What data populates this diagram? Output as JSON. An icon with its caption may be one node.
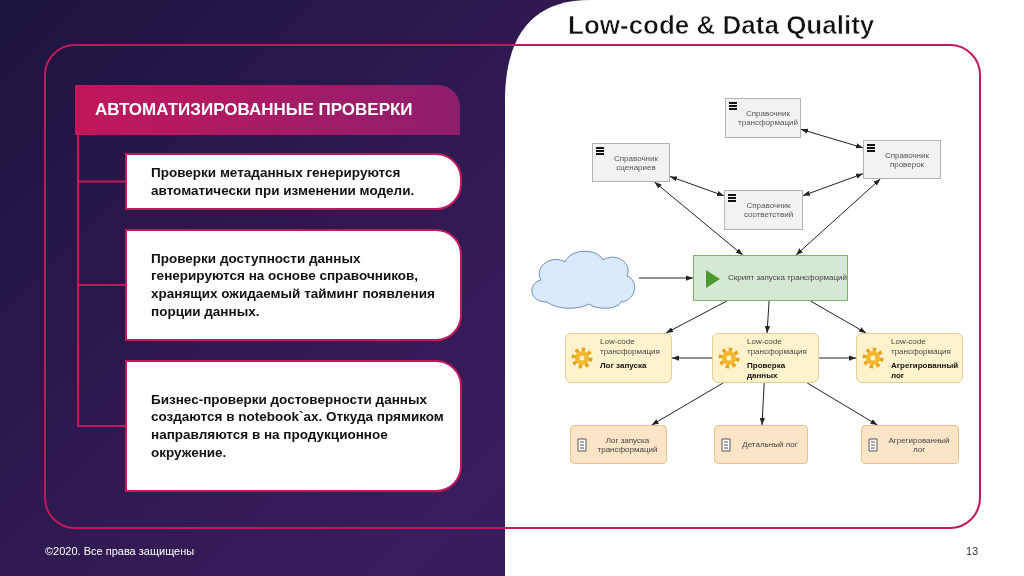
{
  "diagram": {
    "title": "Low-code & Data Quality",
    "nodes": [
      {
        "text": [
          "АВТОМАТИЗИРОВАННЫЕ ПРОВЕРКИ"
        ]
      },
      {
        "text": [
          "Проверки метаданных генерируются автоматически при изменении модели."
        ]
      },
      {
        "text": [
          "Проверки доступности данных генерируются на основе справочников, хранящих ожидаемый тайминг появления порции данных."
        ]
      },
      {
        "text": [
          "Бизнес-проверки достоверности данных создаются в notebook`ax. Откуда прямиком направляются в на продукционное окружение."
        ]
      },
      {
        "text": [
          "Справочник трансформаций"
        ]
      },
      {
        "text": [
          "Справочник сценариев"
        ]
      },
      {
        "text": [
          "Справочник проверок"
        ]
      },
      {
        "text": [
          "Справочник соответствий"
        ]
      },
      {
        "text": [],
        "shape": "cloud"
      },
      {
        "text": [
          "Скрипт запуска трансформаций"
        ]
      },
      {
        "text": [
          "Low-code трансформация",
          "Лог запуска"
        ]
      },
      {
        "text": [
          "Low-code трансформация",
          "Проверка данных"
        ]
      },
      {
        "text": [
          "Low-code трансформация",
          "Агрегированный лог"
        ]
      },
      {
        "text": [
          "Лог запуска трансформаций"
        ]
      },
      {
        "text": [
          "Детальный лог"
        ]
      },
      {
        "text": [
          "Агрегированный лог"
        ]
      }
    ],
    "edges": [
      {
        "from": 0,
        "to": 1,
        "arrow": "none",
        "color": "#c2185b"
      },
      {
        "from": 0,
        "to": 2,
        "arrow": "none",
        "color": "#c2185b"
      },
      {
        "from": 0,
        "to": 3,
        "arrow": "none",
        "color": "#c2185b"
      },
      {
        "from": 4,
        "to": 6,
        "arrow": "both"
      },
      {
        "from": 5,
        "to": 7,
        "arrow": "both"
      },
      {
        "from": 7,
        "to": 6,
        "arrow": "both"
      },
      {
        "from": 5,
        "to": 9,
        "arrow": "both"
      },
      {
        "from": 6,
        "to": 9,
        "arrow": "both"
      },
      {
        "from": 8,
        "to": 9,
        "arrow": "to"
      },
      {
        "from": 9,
        "to": 10,
        "arrow": "to"
      },
      {
        "from": 9,
        "to": 11,
        "arrow": "to"
      },
      {
        "from": 9,
        "to": 12,
        "arrow": "to"
      },
      {
        "from": 11,
        "to": 10,
        "arrow": "to"
      },
      {
        "from": 11,
        "to": 12,
        "arrow": "to"
      },
      {
        "from": 11,
        "to": 13,
        "arrow": "to"
      },
      {
        "from": 11,
        "to": 14,
        "arrow": "to"
      },
      {
        "from": 11,
        "to": 15,
        "arrow": "to"
      }
    ],
    "labels": [
      "©2020. Все права защищены",
      "13"
    ]
  }
}
